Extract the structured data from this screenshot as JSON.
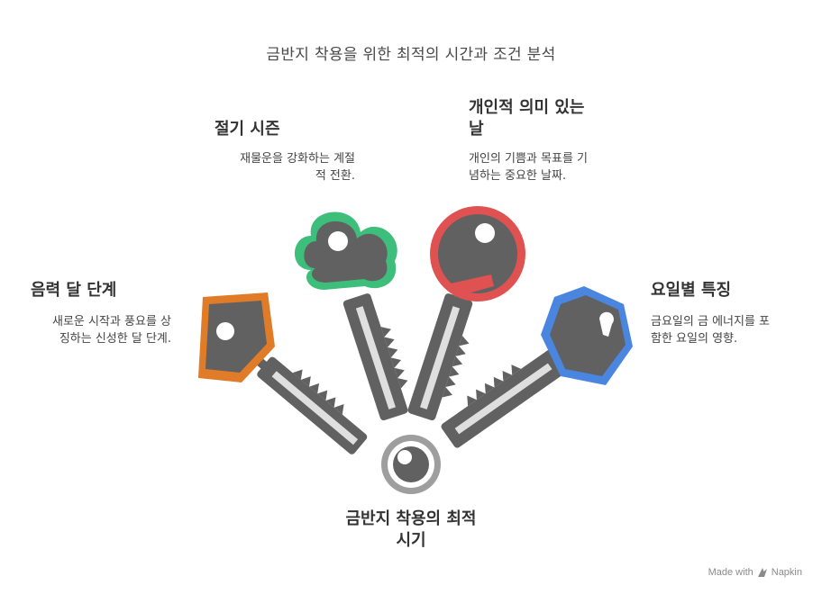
{
  "title": "금반지 착용을 위한 최적의 시간과 조건 분석",
  "center": {
    "label": "금반지 착용의 최적 시기",
    "line1": "금반지 착용의 최적",
    "line2": "시기"
  },
  "items": [
    {
      "id": "lunar",
      "label": "음력 달 단계",
      "desc": "새로운 시작과 풍요를 상징하는 신성한 달 단계.",
      "desc1": "새로운 시작과 풍요를 상",
      "desc2": "징하는 신성한 달 단계.",
      "color": "#E07B27"
    },
    {
      "id": "season",
      "label": "절기 시즌",
      "desc": "재물운을 강화하는 계절적 전환.",
      "desc1": "재물운을 강화하는 계절",
      "desc2": "적 전환.",
      "color": "#3DBE7A"
    },
    {
      "id": "personal",
      "label": "개인적 의미 있는 날",
      "line1": "개인적 의미 있는",
      "line2": "날",
      "desc": "개인의 기쁨과 목표를 기념하는 중요한 날짜.",
      "desc1": "개인의 기쁨과 목표를 기",
      "desc2": "념하는 중요한 날짜.",
      "color": "#E05252"
    },
    {
      "id": "weekday",
      "label": "요일별 특징",
      "desc": "금요일의 금 에너지를 포함한 요일의 영향.",
      "desc1": "금요일의 금 에너지를 포",
      "desc2": "함한 요일의 영향.",
      "color": "#4A86E0"
    }
  ],
  "hub_color": "#9E9E9E",
  "key_color": "#616161",
  "footer": {
    "prefix": "Made with",
    "brand": "Napkin"
  }
}
